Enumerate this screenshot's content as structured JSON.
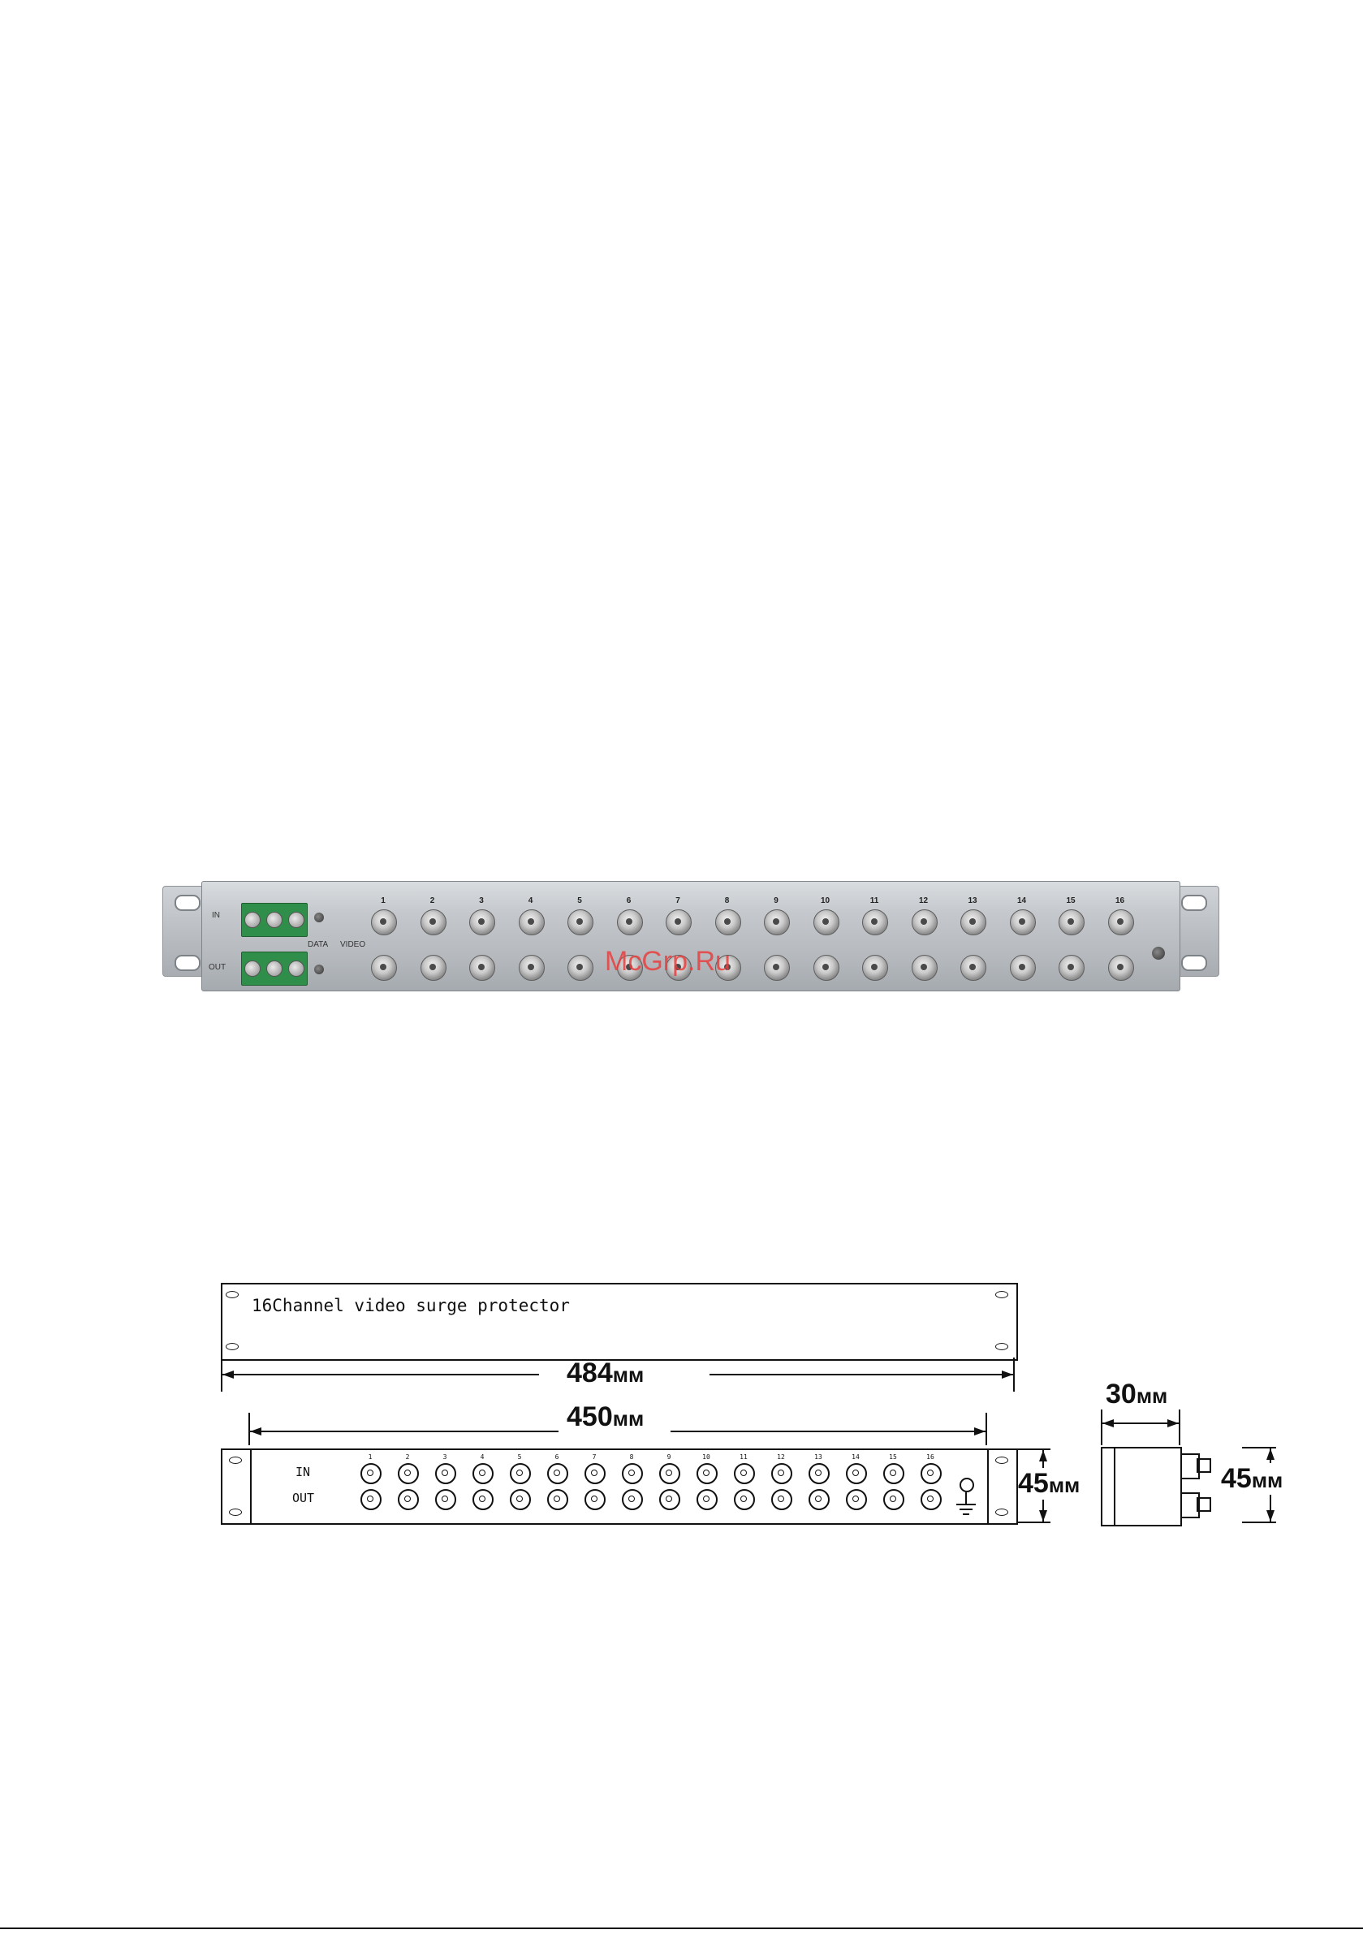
{
  "photo": {
    "label_in": "IN",
    "label_out": "OUT",
    "label_data": "DATA",
    "label_video": "VIDEO",
    "channels": [
      "1",
      "2",
      "3",
      "4",
      "5",
      "6",
      "7",
      "8",
      "9",
      "10",
      "11",
      "12",
      "13",
      "14",
      "15",
      "16"
    ],
    "watermark": "McGrp.Ru"
  },
  "drawing": {
    "title": "16Channel video surge protector",
    "dim_484": "484",
    "dim_450": "450",
    "dim_45_front": "45",
    "dim_30": "30",
    "dim_45_side": "45",
    "unit": "мм",
    "label_in": "IN",
    "label_out": "OUT"
  }
}
